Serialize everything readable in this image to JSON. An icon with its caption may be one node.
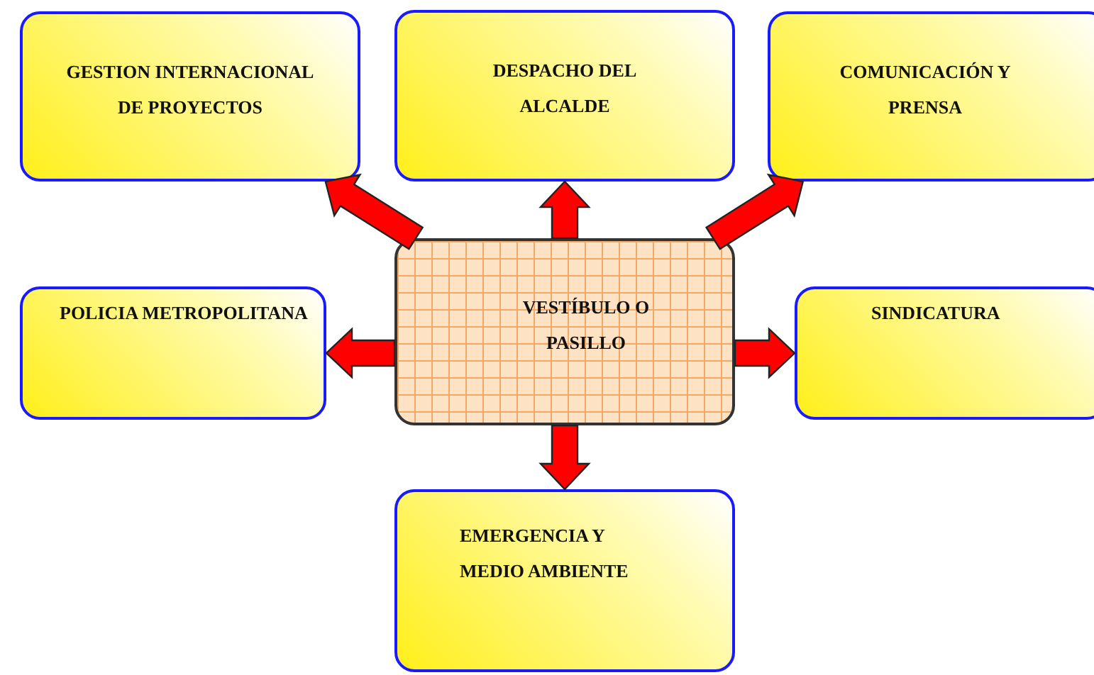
{
  "diagram": {
    "nodes": [
      {
        "text": [
          "VESTÍBULO O PASILLO"
        ]
      },
      {
        "text": [
          "GESTION INTERNACIONAL DE PROYECTOS"
        ]
      },
      {
        "text": [
          "DESPACHO DEL ALCALDE"
        ]
      },
      {
        "text": [
          "COMUNICACIÓN Y PRENSA"
        ]
      },
      {
        "text": [
          "POLICIA METROPOLITANA"
        ]
      },
      {
        "text": [
          "SINDICATURA"
        ]
      },
      {
        "text": [
          "EMERGENCIA Y MEDIO AMBIENTE"
        ]
      }
    ],
    "edges": [
      {
        "from": 0,
        "to": 1,
        "arrow": "to"
      },
      {
        "from": 0,
        "to": 2,
        "arrow": "to"
      },
      {
        "from": 0,
        "to": 3,
        "arrow": "to"
      },
      {
        "from": 0,
        "to": 4,
        "arrow": "to"
      },
      {
        "from": 0,
        "to": 5,
        "arrow": "to"
      },
      {
        "from": 0,
        "to": 6,
        "arrow": "to"
      }
    ]
  }
}
